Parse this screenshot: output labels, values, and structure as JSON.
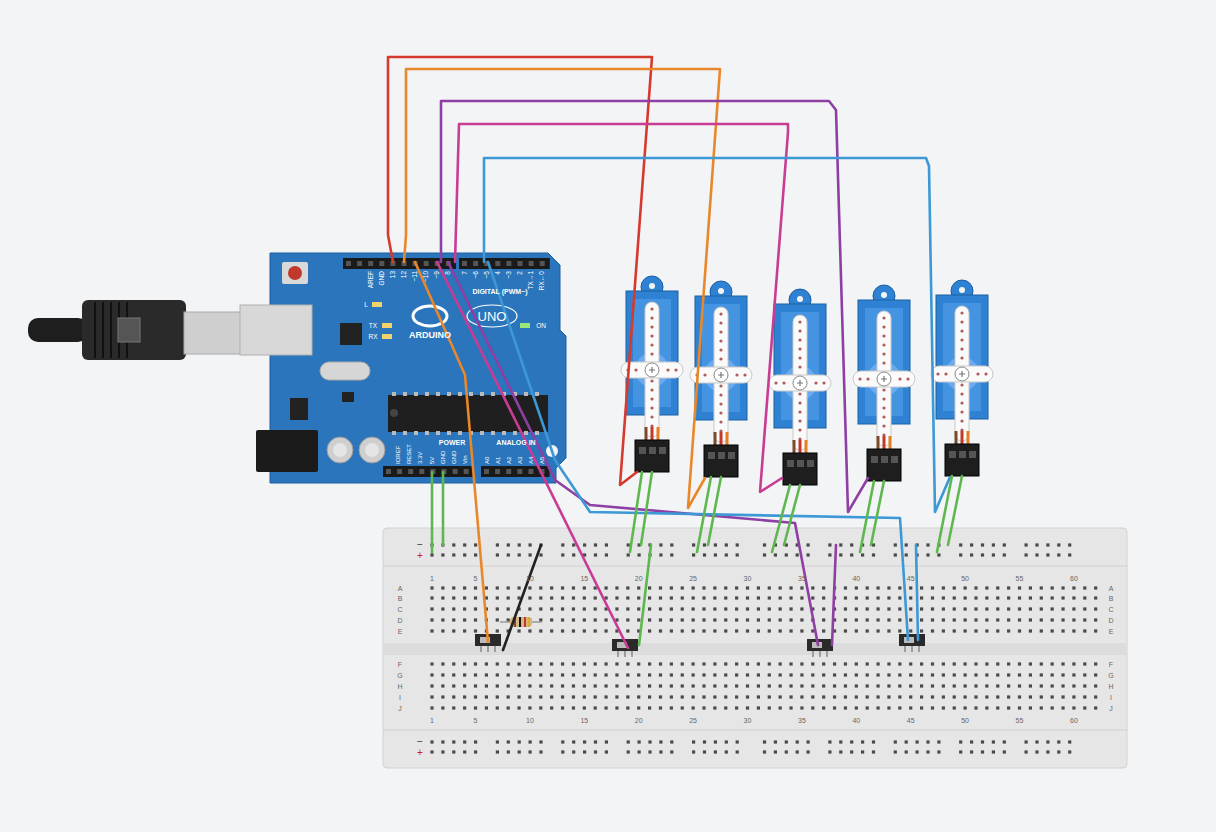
{
  "diagram": {
    "labels": [
      "AREF",
      "GND",
      "13",
      "12",
      "~11",
      "~10",
      "~9",
      "8",
      "7",
      "~6",
      "~5",
      "4",
      "~3",
      "2",
      "TX→1",
      "RX←0",
      "DIGITAL (PWM~)",
      "L",
      "TX",
      "RX",
      "ARDUINO",
      "UNO",
      "ON",
      "IOREF",
      "RESET",
      "3.3V",
      "5V",
      "GND",
      "GND",
      "Vin",
      "POWER",
      "ANALOG IN",
      "A0",
      "A1",
      "A2",
      "A3",
      "A4",
      "A5",
      "−",
      "+",
      "1",
      "5",
      "10",
      "15",
      "20",
      "25",
      "30",
      "35",
      "40",
      "45",
      "50",
      "55",
      "60",
      "A",
      "B",
      "C",
      "D",
      "E",
      "A",
      "B",
      "C",
      "D",
      "E",
      "F",
      "G",
      "H",
      "I",
      "J",
      "F",
      "G",
      "H",
      "I",
      "J",
      "1",
      "5",
      "10",
      "15",
      "20",
      "25",
      "30",
      "35",
      "40",
      "45",
      "50",
      "55",
      "60",
      "−",
      "+"
    ]
  }
}
